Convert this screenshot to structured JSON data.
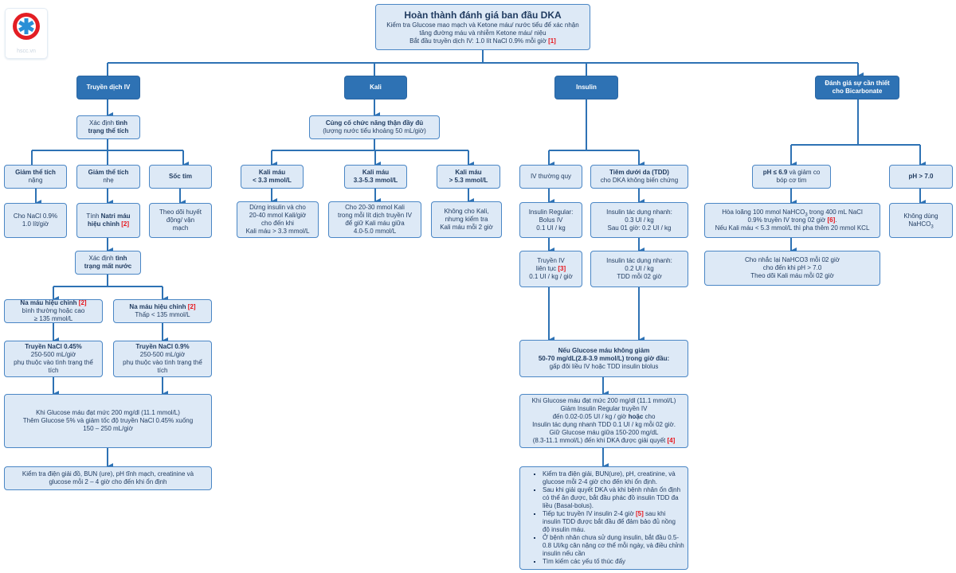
{
  "logo": {
    "site": "hscc.vn",
    "seal_text": "EMERGENCY & INTENSIVE CARE UNIT",
    "colors": {
      "ring": "#e31e24",
      "star": "#2a8fd6"
    }
  },
  "colors": {
    "dark_box": "#2e72b4",
    "light_box": "#dde9f6",
    "border": "#4a86c5",
    "reference": "#e8141b",
    "connector": "#2e72b4"
  },
  "nodes": {
    "start": [
      [
        {
          "t": "Hoàn thành đánh giá ban đầu DKA",
          "b": 1
        }
      ],
      [
        {
          "t": "Kiểm tra Glucose mao mạch và Ketone máu/ nước tiểu để xác nhận"
        }
      ],
      [
        {
          "t": "tăng đường máu và nhiễm Ketone máu/ niệu"
        }
      ],
      [
        {
          "t": "Bắt đầu truyền dịch IV: 1.0 lít NaCl 0.9% mỗi giờ "
        },
        {
          "t": "[1]",
          "r": 1
        }
      ]
    ],
    "fluids": [
      [
        {
          "t": "Truyền dịch IV"
        }
      ]
    ],
    "potassium": [
      [
        {
          "t": "Kali"
        }
      ]
    ],
    "insulin": [
      [
        {
          "t": "Insulin"
        }
      ]
    ],
    "bicarb": [
      [
        {
          "t": "Đánh giá sự cần thiết"
        }
      ],
      [
        {
          "t": "cho Bicarbonate"
        }
      ]
    ],
    "vol_status": [
      [
        {
          "t": "Xác định "
        },
        {
          "t": "tình",
          "b": 1
        }
      ],
      [
        {
          "t": "trạng thể tích",
          "b": 1
        }
      ]
    ],
    "severe_vol": [
      [
        {
          "t": "Giảm thể tích",
          "b": 1
        }
      ],
      [
        {
          "t": "nặng"
        }
      ]
    ],
    "mild_vol": [
      [
        {
          "t": "Giảm thể tích",
          "b": 1
        }
      ],
      [
        {
          "t": "nhẹ"
        }
      ]
    ],
    "shock": [
      [
        {
          "t": "Sốc tim",
          "b": 1
        }
      ]
    ],
    "nacl_fast": [
      [
        {
          "t": "Cho NaCl 0.9%"
        }
      ],
      [
        {
          "t": "1.0 lít/giờ"
        }
      ]
    ],
    "calc_na": [
      [
        {
          "t": "Tính "
        },
        {
          "t": "Natri máu",
          "b": 1
        }
      ],
      [
        {
          "t": "hiệu chỉnh",
          "b": 1
        },
        {
          "t": " "
        },
        {
          "t": "[2]",
          "r": 1
        }
      ]
    ],
    "monitor_hemo": [
      [
        {
          "t": "Theo dõi huyết"
        }
      ],
      [
        {
          "t": "động/ vận"
        }
      ],
      [
        {
          "t": "mạch"
        }
      ]
    ],
    "hydration": [
      [
        {
          "t": "Xác định "
        },
        {
          "t": "tình",
          "b": 1
        }
      ],
      [
        {
          "t": "trạng mất nước",
          "b": 1
        }
      ]
    ],
    "na_normal": [
      [
        {
          "t": "Na máu hiệu chỉnh",
          "b": 1
        },
        {
          "t": " "
        },
        {
          "t": "[2]",
          "r": 1
        }
      ],
      [
        {
          "t": "bình thường hoặc cao"
        }
      ],
      [
        {
          "t": "≥ 135 mmol/L"
        }
      ]
    ],
    "na_low": [
      [
        {
          "t": "Na máu hiệu chỉnh",
          "b": 1
        },
        {
          "t": " "
        },
        {
          "t": "[2]",
          "r": 1
        }
      ],
      [
        {
          "t": "Thấp < 135 mmol/L"
        }
      ]
    ],
    "nacl045": [
      [
        {
          "t": "Truyền NaCl 0.45%",
          "b": 1
        }
      ],
      [
        {
          "t": "250-500 mL/giờ"
        }
      ],
      [
        {
          "t": "phụ thuộc vào tình trạng thể"
        }
      ],
      [
        {
          "t": "tích"
        }
      ]
    ],
    "nacl09": [
      [
        {
          "t": "Truyền NaCl 0.9%",
          "b": 1
        }
      ],
      [
        {
          "t": "250-500 mL/giờ"
        }
      ],
      [
        {
          "t": "phụ thuộc vào tình trạng thể"
        }
      ],
      [
        {
          "t": "tích"
        }
      ]
    ],
    "glucose_add": [
      [
        {
          "t": "Khi Glucose máu đạt mức 200 mg/dl (11.1 mmol/L)"
        }
      ],
      [
        {
          "t": "Thêm Glucose 5% và giảm tốc độ truyền NaCl 0.45% xuống"
        }
      ],
      [
        {
          "t": "150 – 250 mL/giờ"
        }
      ]
    ],
    "labs_left": [
      [
        {
          "t": "Kiểm tra điện giải đồ, BUN (ure), pH tĩnh mạch, creatinine và"
        }
      ],
      [
        {
          "t": "glucose mỗi 2 – 4 giờ cho đến khi ổn định"
        }
      ]
    ],
    "renal": [
      [
        {
          "t": "Củng cố chức năng thận đầy đủ",
          "b": 1
        }
      ],
      [
        {
          "t": "(lượng nước tiểu khoảng 50 mL/giờ)"
        }
      ]
    ],
    "k_low": [
      [
        {
          "t": "Kali máu",
          "b": 1
        }
      ],
      [
        {
          "t": "< 3.3 mmol/L",
          "b": 1
        }
      ]
    ],
    "k_mid": [
      [
        {
          "t": "Kali máu",
          "b": 1
        }
      ],
      [
        {
          "t": "3.3-5.3 mmol/L",
          "b": 1
        }
      ]
    ],
    "k_high": [
      [
        {
          "t": "Kali máu",
          "b": 1
        }
      ],
      [
        {
          "t": "> 5.3 mmol/L",
          "b": 1
        }
      ]
    ],
    "k_low_act": [
      [
        {
          "t": "Dừng insulin và cho"
        }
      ],
      [
        {
          "t": "20-40 mmol Kali/giờ"
        }
      ],
      [
        {
          "t": "cho đến khi"
        }
      ],
      [
        {
          "t": "Kali máu > 3.3 mmol/L"
        }
      ]
    ],
    "k_mid_act": [
      [
        {
          "t": "Cho 20-30 mmol Kali"
        }
      ],
      [
        {
          "t": "trong mỗi lít dịch truyền IV"
        }
      ],
      [
        {
          "t": "để giữ Kali máu giữa"
        }
      ],
      [
        {
          "t": "4.0-5.0 mmol/L"
        }
      ]
    ],
    "k_high_act": [
      [
        {
          "t": "Không cho Kali,"
        }
      ],
      [
        {
          "t": "nhưng kiểm tra"
        }
      ],
      [
        {
          "t": "Kali máu mỗi 2 giờ"
        }
      ]
    ],
    "iv_route": [
      [
        {
          "t": "IV thường quy"
        }
      ]
    ],
    "sc_route": [
      [
        {
          "t": "Tiêm dưới da (TDD)",
          "b": 1
        }
      ],
      [
        {
          "t": "cho DKA không biến chứng"
        }
      ]
    ],
    "iv_bolus": [
      [
        {
          "t": "Insulin Regular:"
        }
      ],
      [
        {
          "t": "Bolus IV"
        }
      ],
      [
        {
          "t": "0.1 UI / kg"
        }
      ]
    ],
    "sc_first": [
      [
        {
          "t": "Insulin tác dụng nhanh:"
        }
      ],
      [
        {
          "t": "0.3 UI / kg"
        }
      ],
      [
        {
          "t": "Sau 01 giờ: 0.2 UI / kg"
        }
      ]
    ],
    "iv_infusion": [
      [
        {
          "t": "Truyền IV"
        }
      ],
      [
        {
          "t": "liên tục "
        },
        {
          "t": "[3]",
          "r": 1
        }
      ],
      [
        {
          "t": "0.1 UI / kg / giờ"
        }
      ]
    ],
    "sc_maint": [
      [
        {
          "t": "Insulin tác dụng nhanh:"
        }
      ],
      [
        {
          "t": "0.2 UI / kg"
        }
      ],
      [
        {
          "t": "TDD mỗi 02 giờ"
        }
      ]
    ],
    "no_drop": [
      [
        {
          "t": "Nếu Glucose máu không giảm",
          "b": 1
        }
      ],
      [
        {
          "t": "50-70 mg/dL(2.8-3.9 mmol/L) trong giờ đầu:",
          "b": 1
        }
      ],
      [
        {
          "t": "gấp đôi liều IV hoặc TDD insulin blolus"
        }
      ]
    ],
    "glucose_200": [
      [
        {
          "t": "Khi Glucose máu đạt mức 200 mg/dl (11.1 mmol/L)"
        }
      ],
      [
        {
          "t": "Giảm Insulin Regular truyền IV"
        }
      ],
      [
        {
          "t": "đến 0.02-0.05 UI / kg / giờ "
        },
        {
          "t": "hoặc",
          "b": 1
        },
        {
          "t": " cho"
        }
      ],
      [
        {
          "t": "Insulin tác dụng nhanh TDD 0.1 UI / kg mỗi 02 giờ."
        }
      ],
      [
        {
          "t": "Giữ Glucose máu giữa 150-200 mg/dL"
        }
      ],
      [
        {
          "t": "(8.3-11.1 mmol/L) đến khi DKA được giải quyết "
        },
        {
          "t": "[4]",
          "r": 1
        }
      ]
    ],
    "ph_low": [
      [
        {
          "t": "pH ≤ 6.9",
          "b": 1
        },
        {
          "t": " và giảm co"
        }
      ],
      [
        {
          "t": "bóp cơ tim"
        }
      ]
    ],
    "ph_high": [
      [
        {
          "t": "pH > 7.0",
          "b": 1
        }
      ]
    ],
    "bicarb_give": [
      [
        {
          "t": "Hòa loãng 100 mmol NaHCO"
        },
        {
          "t": "3",
          "s": 1
        },
        {
          "t": " trong 400 mL NaCl"
        }
      ],
      [
        {
          "t": "0.9% truyền IV trong 02 giờ "
        },
        {
          "t": "[6]",
          "r": 1
        },
        {
          "t": "."
        }
      ],
      [
        {
          "t": "Nếu Kali máu < 5.3 mmol/L thì pha thêm 20 mmol KCL"
        }
      ]
    ],
    "bicarb_none": [
      [
        {
          "t": "Không dùng"
        }
      ],
      [
        {
          "t": "NaHCO"
        },
        {
          "t": "3",
          "s": 1
        }
      ]
    ],
    "bicarb_repeat": [
      [
        {
          "t": "Cho nhắc lại NaHCO3 mỗi 02 giờ"
        }
      ],
      [
        {
          "t": "cho đến khi pH > 7.0"
        }
      ],
      [
        {
          "t": "Theo dõi Kali máu mỗi 02 giờ"
        }
      ]
    ]
  },
  "final_bullets": [
    [
      {
        "t": "Kiểm tra điện giải, BUN(ure), pH, creatinine, và glucose mỗi 2-4 giờ cho đến khi ổn định."
      }
    ],
    [
      {
        "t": "Sau khi giải quyết DKA và khi bệnh nhân ổn định có thể ăn được, bắt đầu phác đồ insulin TDD đa liều (Basal-bolus)."
      }
    ],
    [
      {
        "t": "Tiếp tục truyền IV insulin 2-4 giờ "
      },
      {
        "t": "[5]",
        "r": 1
      },
      {
        "t": " sau khi insulin TDD được bắt đầu để đảm bảo đủ nồng độ insulin máu."
      }
    ],
    [
      {
        "t": "Ở bệnh nhân chưa sử dụng insulin, bắt đầu 0.5-0.8 UI/kg cân nặng cơ thể mỗi ngày, và điều chỉnh insulin nếu cần"
      }
    ],
    [
      {
        "t": "Tìm kiếm các yếu tố thúc đẩy"
      }
    ]
  ]
}
